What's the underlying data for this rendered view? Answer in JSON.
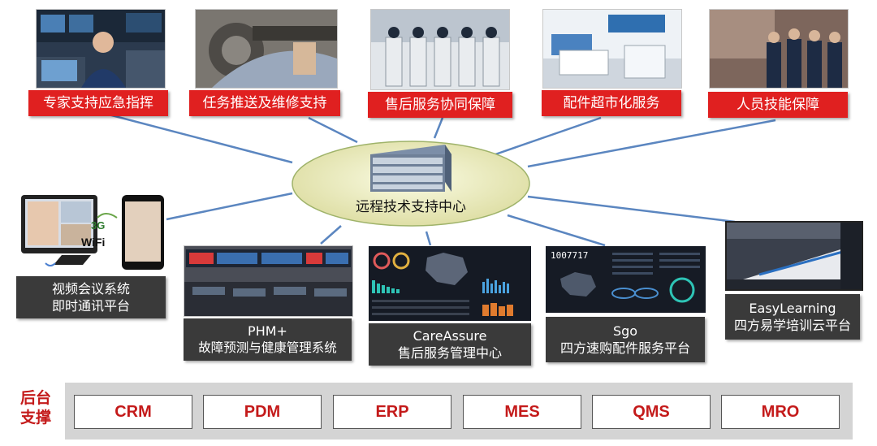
{
  "center": {
    "label": "远程技术支持中心"
  },
  "top_items": [
    {
      "label": "专家支持应急指挥"
    },
    {
      "label": "任务推送及维修支持"
    },
    {
      "label": "售后服务协同保障"
    },
    {
      "label": "配件超市化服务"
    },
    {
      "label": "人员技能保障"
    }
  ],
  "left_item": {
    "line1": "视频会议系统",
    "line2": "即时通讯平台",
    "wifi_text": "WiFi",
    "g3_text": "3G"
  },
  "bottom_items": [
    {
      "line1": "PHM+",
      "line2": "故障预测与健康管理系统"
    },
    {
      "line1": "CareAssure",
      "line2": "售后服务管理中心"
    },
    {
      "line1": "Sgo",
      "line2": "四方速购配件服务平台"
    },
    {
      "line1": "EasyLearning",
      "line2": "四方易学培训云平台"
    }
  ],
  "sgo_screen_number": "1007717",
  "backend": {
    "label_line1": "后台",
    "label_line2": "支撑",
    "systems": [
      "CRM",
      "PDM",
      "ERP",
      "MES",
      "QMS",
      "MRO"
    ]
  },
  "colors": {
    "accent_red": "#e02020",
    "dark_box": "#3a3a3a",
    "connector": "#5b86c0",
    "ellipse": "#eeedb8"
  }
}
